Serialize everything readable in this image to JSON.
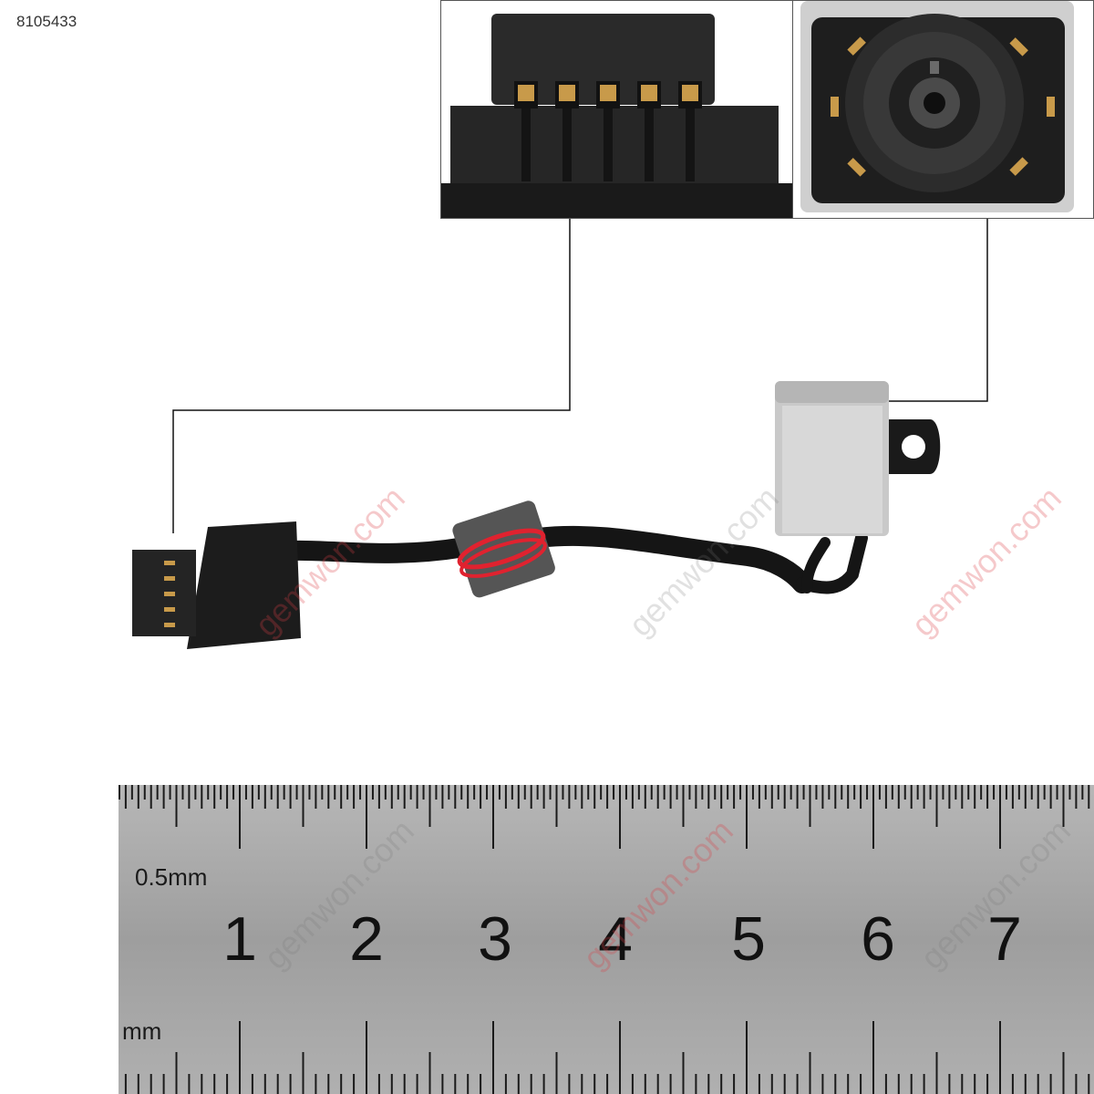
{
  "product_id": "8105433",
  "watermark_text": "gemwon.com",
  "ruler": {
    "scale_label": "0.5mm",
    "unit_label": "mm",
    "cm_numbers": [
      "1",
      "2",
      "3",
      "4",
      "5",
      "6",
      "7"
    ]
  },
  "insets": [
    {
      "subject": "5-pin connector close-up"
    },
    {
      "subject": "DC jack socket close-up"
    }
  ],
  "colors": {
    "background": "#ffffff",
    "connector_black": "#1c1c1c",
    "cable_black": "#151515",
    "ferrite_grey": "#555555",
    "wire_red": "#e0222f",
    "jack_silver": "#c9c9c9",
    "contact_gold": "#c89a4a",
    "ruler_steel": "#a8a8a8"
  }
}
